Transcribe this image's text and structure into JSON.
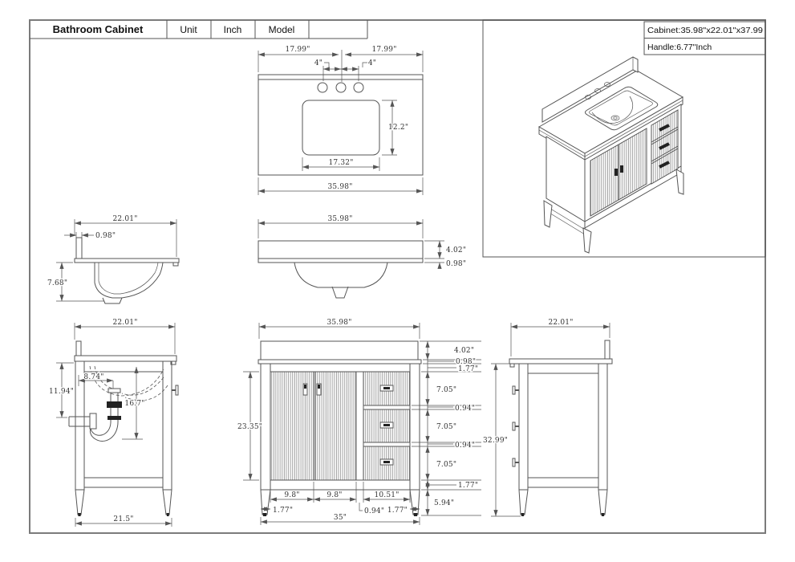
{
  "title_block": {
    "title": "Bathroom Cabinet",
    "unit_label": "Unit",
    "unit_value": "Inch",
    "model_label": "Model",
    "model_value": ""
  },
  "info_box": {
    "line1": "Cabinet:35.98\"x22.01\"x37.99",
    "line2": "Handle:6.77\"Inch"
  },
  "colors": {
    "line": "#555555",
    "text": "#333333",
    "dark": "#222222"
  },
  "views": {
    "top": {
      "dims": {
        "half_left": "17.99\"",
        "half_right": "17.99\"",
        "faucet_left": "4\"",
        "faucet_right": "4\"",
        "cutout_height": "12.2\"",
        "cutout_width": "17.32\"",
        "width": "35.98\""
      }
    },
    "counter_front": {
      "dims": {
        "width": "35.98\"",
        "splash_height": "4.02\"",
        "top_thick": "0.98\""
      }
    },
    "counter_side": {
      "dims": {
        "depth": "22.01\"",
        "splash_thick": "0.98\"",
        "bowl_depth": "7.68\""
      }
    },
    "side_left": {
      "dims": {
        "depth": "22.01\"",
        "drain_x": "8.74\"",
        "drain_y": "11.94\"",
        "trap_y": "16.7\"",
        "base_depth": "21.5\""
      }
    },
    "front": {
      "dims": {
        "width": "35.98\"",
        "splash": "4.02\"",
        "top": "0.98\"",
        "rail_top": "1.77\"",
        "d1": "7.05\"",
        "g1": "0.94\"",
        "d2": "7.05\"",
        "g2": "0.94\"",
        "d3": "7.05\"",
        "rail_bottom": "1.77\"",
        "legs": "5.94\"",
        "door1": "9.8\"",
        "door2": "9.8\"",
        "stile": "0.94\"",
        "drawers": "10.51\"",
        "leg_left": "1.77\"",
        "leg_right": "1.77\"",
        "body": "23.35\"",
        "base": "35\""
      }
    },
    "side_right": {
      "dims": {
        "depth": "22.01\"",
        "height": "32.99\""
      }
    }
  }
}
